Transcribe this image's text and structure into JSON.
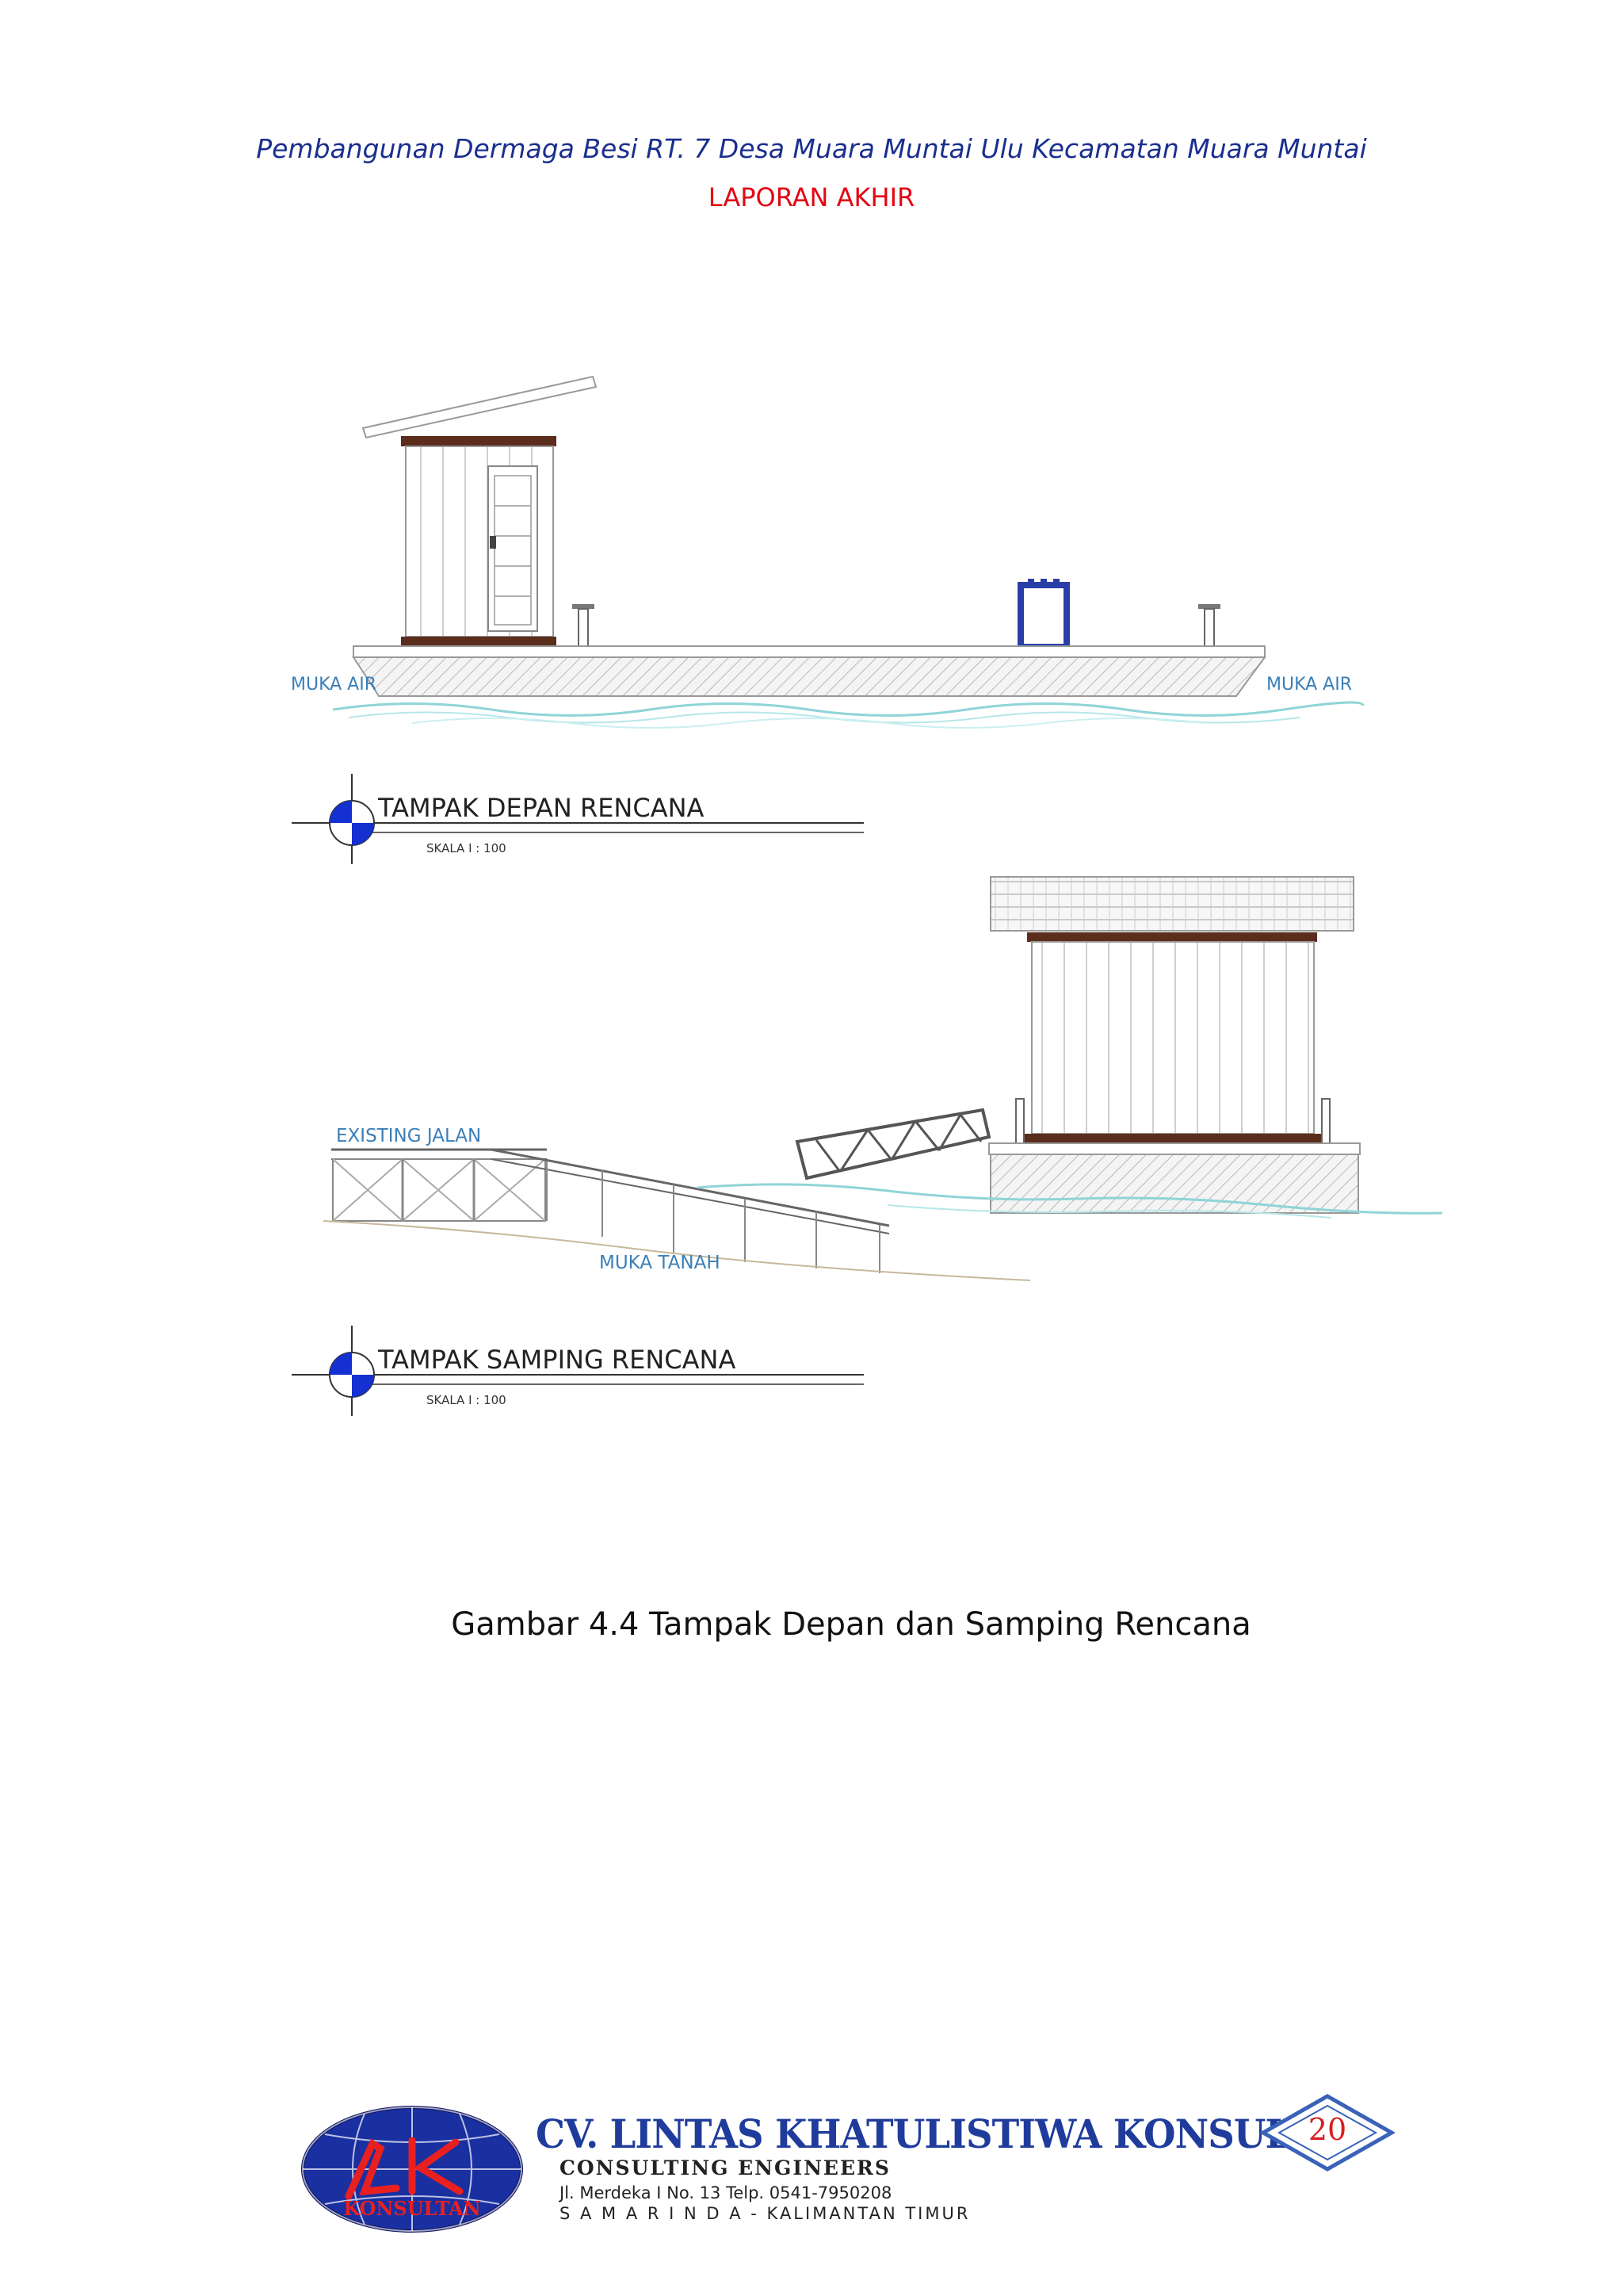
{
  "header": {
    "title": "Pembangunan Dermaga Besi RT. 7 Desa Muara Muntai Ulu Kecamatan Muara Muntai",
    "subtitle": "LAPORAN AKHIR"
  },
  "drawing": {
    "front_view": {
      "title": "TAMPAK DEPAN RENCANA",
      "scale": "SKALA I : 100",
      "label_left": "MUKA AIR",
      "label_right": "MUKA AIR"
    },
    "side_view": {
      "title": "TAMPAK SAMPING RENCANA",
      "scale": "SKALA I : 100",
      "label_road": "EXISTING JALAN",
      "label_ground": "MUKA TANAH"
    }
  },
  "caption": "Gambar 4.4 Tampak Depan dan Samping Rencana",
  "footer": {
    "logo_text": "KONSULTAN",
    "company": "CV. LINTAS KHATULISTIWA KONSULTAN",
    "subtitle": "CONSULTING ENGINEERS",
    "address": "Jl. Merdeka I No. 13  Telp. 0541-7950208",
    "city": "S A M A R I N D A - KALIMANTAN TIMUR",
    "page_number": "20"
  },
  "colors": {
    "header_blue": "#1a2f8f",
    "header_red": "#e30613",
    "drawing_label": "#3a7fb8",
    "symbol_blue": "#1530d0",
    "water": "#8fd4d8",
    "wall_brown": "#5a2d1c"
  }
}
